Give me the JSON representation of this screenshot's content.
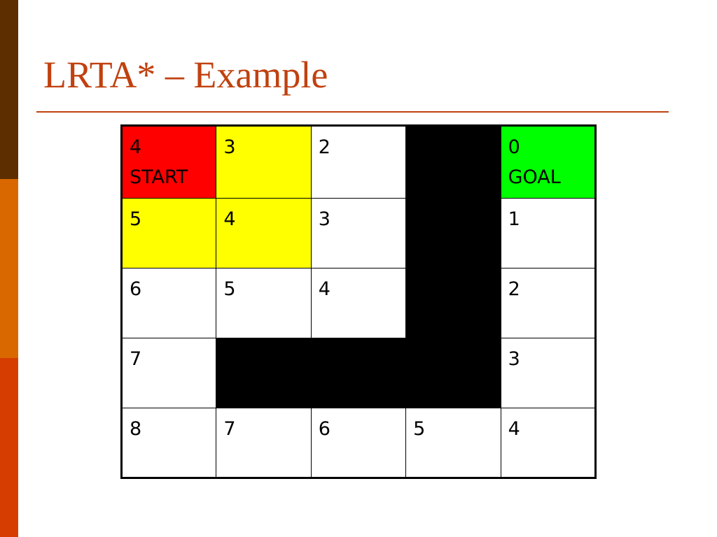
{
  "slide": {
    "title": "LRTA* – Example",
    "colors": {
      "title_text": "#c0410f",
      "title_rule": "#c0410f",
      "side_bar": [
        "#5c2e00",
        "#d96800",
        "#d63d00"
      ]
    }
  },
  "grid": {
    "colors": {
      "white": "#ffffff",
      "red": "#ff0000",
      "yellow": "#ffff00",
      "green": "#00ff00",
      "black": "#000000"
    },
    "rows": [
      [
        {
          "value": "4",
          "label": "START",
          "color": "red"
        },
        {
          "value": "3",
          "label": "",
          "color": "yellow"
        },
        {
          "value": "2",
          "label": "",
          "color": "white"
        },
        {
          "value": "",
          "label": "",
          "color": "black"
        },
        {
          "value": "0",
          "label": "GOAL",
          "color": "green"
        }
      ],
      [
        {
          "value": "5",
          "label": "",
          "color": "yellow"
        },
        {
          "value": "4",
          "label": "",
          "color": "yellow"
        },
        {
          "value": "3",
          "label": "",
          "color": "white"
        },
        {
          "value": "",
          "label": "",
          "color": "black"
        },
        {
          "value": "1",
          "label": "",
          "color": "white"
        }
      ],
      [
        {
          "value": "6",
          "label": "",
          "color": "white"
        },
        {
          "value": "5",
          "label": "",
          "color": "white"
        },
        {
          "value": "4",
          "label": "",
          "color": "white"
        },
        {
          "value": "",
          "label": "",
          "color": "black"
        },
        {
          "value": "2",
          "label": "",
          "color": "white"
        }
      ],
      [
        {
          "value": "7",
          "label": "",
          "color": "white"
        },
        {
          "value": "",
          "label": "",
          "color": "black"
        },
        {
          "value": "",
          "label": "",
          "color": "black"
        },
        {
          "value": "",
          "label": "",
          "color": "black"
        },
        {
          "value": "3",
          "label": "",
          "color": "white"
        }
      ],
      [
        {
          "value": "8",
          "label": "",
          "color": "white"
        },
        {
          "value": "7",
          "label": "",
          "color": "white"
        },
        {
          "value": "6",
          "label": "",
          "color": "white"
        },
        {
          "value": "5",
          "label": "",
          "color": "white"
        },
        {
          "value": "4",
          "label": "",
          "color": "white"
        }
      ]
    ]
  }
}
